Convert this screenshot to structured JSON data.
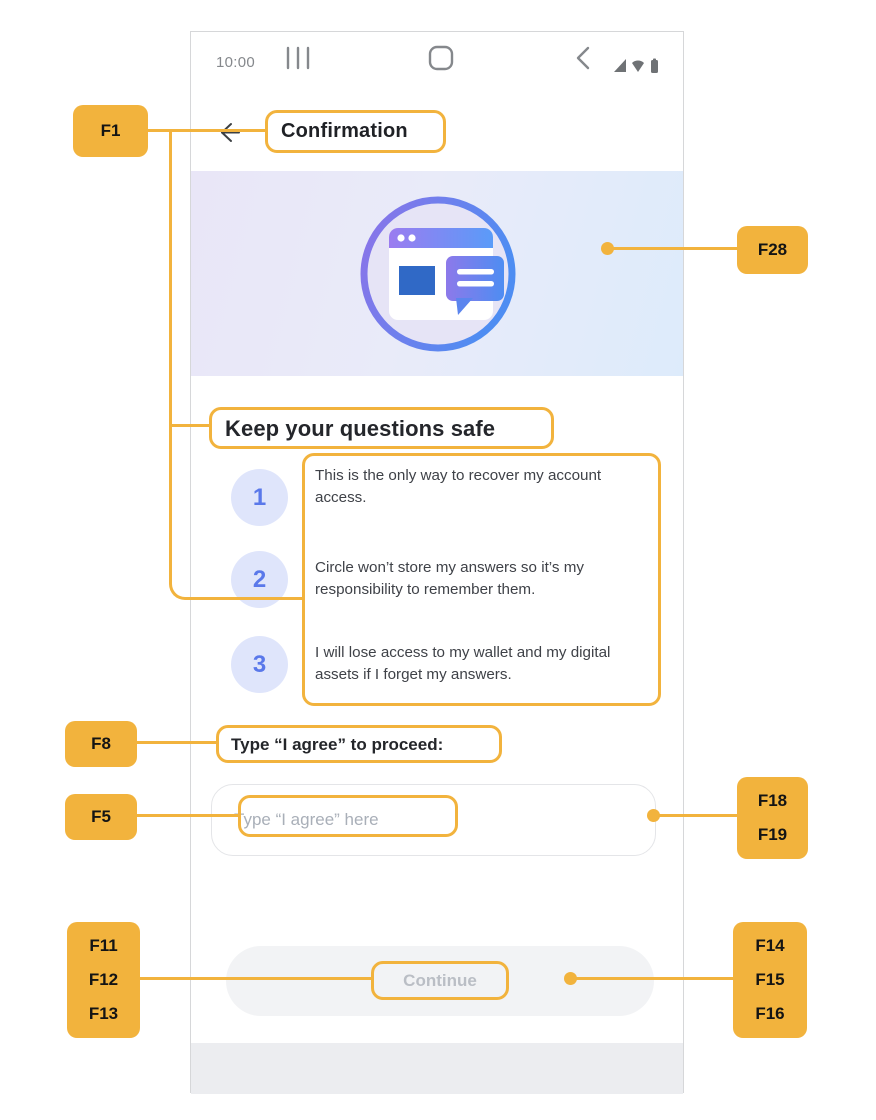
{
  "colors": {
    "annotation": "#F2B33D",
    "hero_gradient_left": "#e9e6f7",
    "hero_gradient_right": "#ddebfb",
    "badge_bg": "#dfe5fb",
    "badge_text": "#5a78ea",
    "button_bg": "#f2f3f5",
    "button_text": "#babec5"
  },
  "annotations": {
    "f1": [
      "F1"
    ],
    "f28": [
      "F28"
    ],
    "f8": [
      "F8"
    ],
    "f5": [
      "F5"
    ],
    "f11_13": [
      "F11",
      "F12",
      "F13"
    ],
    "f18_19": [
      "F18",
      "F19"
    ],
    "f14_16": [
      "F14",
      "F15",
      "F16"
    ]
  },
  "phone": {
    "status_bar": {
      "time": "10:00"
    },
    "app_bar": {
      "title": "Confirmation"
    },
    "hero": {
      "icon": "browser-chat-icon"
    },
    "content": {
      "heading": "Keep your questions safe",
      "items": [
        {
          "number": "1",
          "text": "This is the only way to recover my account access."
        },
        {
          "number": "2",
          "text": "Circle won’t store my answers so it’s my responsibility to remember them."
        },
        {
          "number": "3",
          "text": "I will lose access to my wallet and my digital assets if I forget my answers."
        }
      ],
      "agree_label": "Type “I agree” to proceed:",
      "input_placeholder": "Type “I agree” here",
      "input_value": "",
      "continue_label": "Continue"
    }
  }
}
